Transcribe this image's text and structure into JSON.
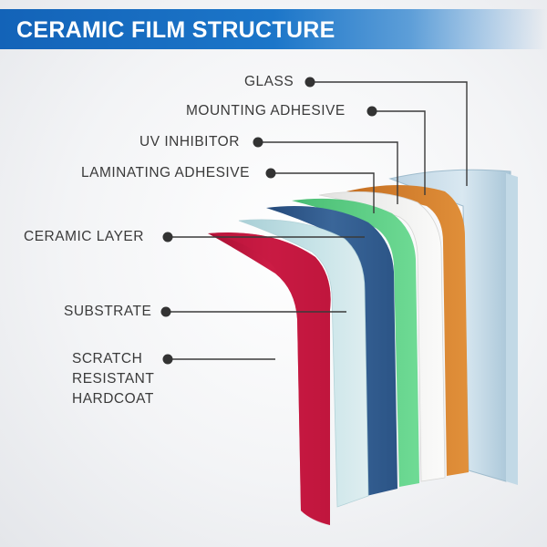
{
  "title": "CERAMIC FILM STRUCTURE",
  "layers": [
    {
      "name": "GLASS",
      "color": "#cfe1ec"
    },
    {
      "name": "MOUNTING ADHESIVE",
      "color": "#d8812e"
    },
    {
      "name": "UV INHIBITOR",
      "color": "#f3f3f1"
    },
    {
      "name": "LAMINATING ADHESIVE",
      "color": "#5dce85"
    },
    {
      "name": "CERAMIC LAYER",
      "color": "#2f5a8e"
    },
    {
      "name": "SUBSTRATE",
      "color": "#b9dbe0"
    },
    {
      "name": "SCRATCH RESISTANT HARDCOAT",
      "color": "#c4173f"
    }
  ],
  "hardcoat_lines": [
    "SCRATCH",
    "RESISTANT",
    "HARDCOAT"
  ]
}
